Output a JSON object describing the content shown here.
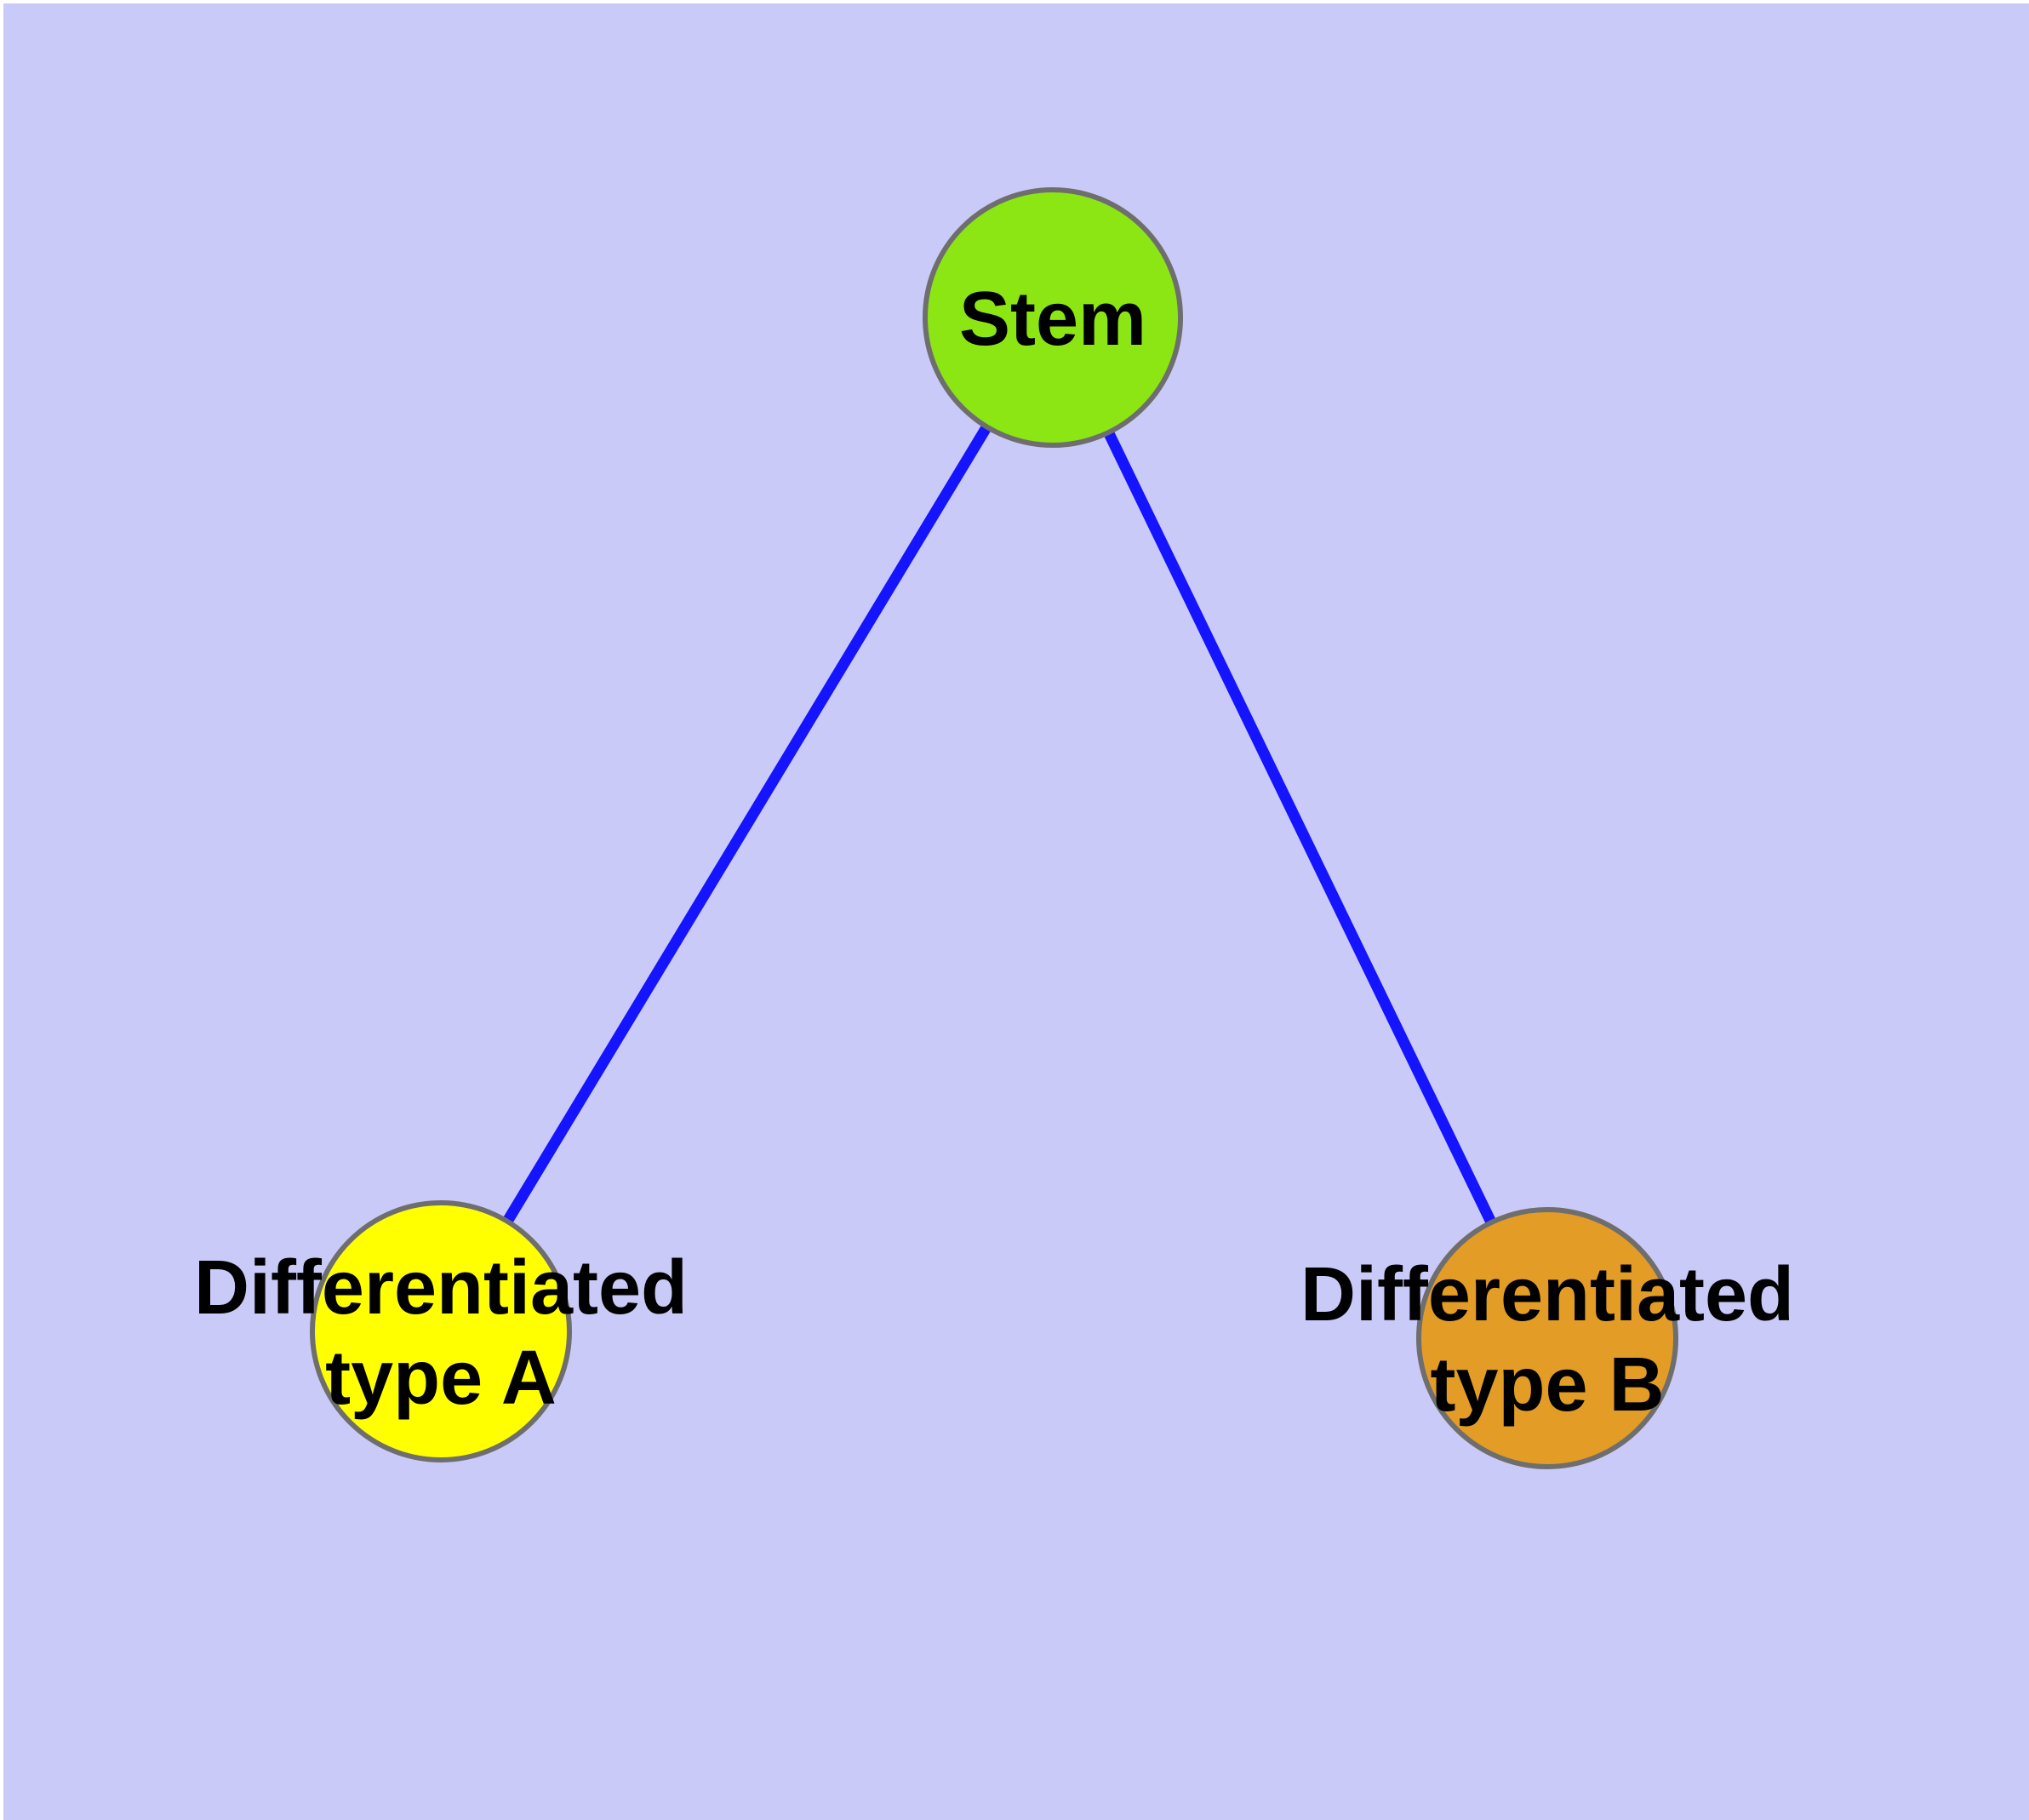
{
  "diagram": {
    "type": "node-link-graph",
    "description": "Cell differentiation graph: Stem node connected to two differentiated cell type nodes",
    "colors": {
      "background": "#CACAF8",
      "frame": "#FFFFFF",
      "edge": "#1414FF",
      "node_border": "#6E6E6E",
      "label_text": "#000000",
      "stem_fill": "#8CE614",
      "type_a_fill": "#FFFF00",
      "type_b_fill": "#E39C26"
    },
    "nodes": [
      {
        "id": "stem",
        "label": "Stem",
        "label_lines": [
          "Stem"
        ],
        "color": "#8CE614"
      },
      {
        "id": "differentiated-type-a",
        "label": "Differentiated type A",
        "label_lines": [
          "Differentiated",
          "type A"
        ],
        "color": "#FFFF00"
      },
      {
        "id": "differentiated-type-b",
        "label": "Differentiated type B",
        "label_lines": [
          "Differentiated",
          "type B"
        ],
        "color": "#E39C26"
      }
    ],
    "edges": [
      {
        "from": "stem",
        "to": "differentiated-type-a"
      },
      {
        "from": "stem",
        "to": "differentiated-type-b"
      }
    ]
  }
}
